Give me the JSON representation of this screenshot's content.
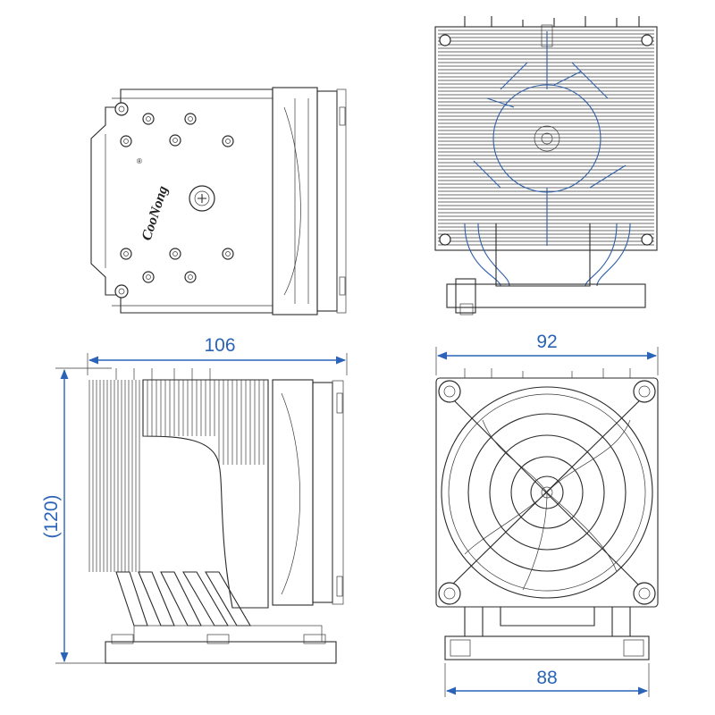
{
  "brand": {
    "logo_text": "CooNong",
    "registered_mark": "®"
  },
  "dimensions": {
    "side_width": "106",
    "front_width": "92",
    "base_width": "88",
    "height": "(120)"
  },
  "colors": {
    "dimension": "#2a63b8",
    "outline": "#2a2a2a",
    "accent_line": "#2f5fa8"
  },
  "icons": [
    "fan-icon",
    "screw-icon",
    "heatpipe-icon"
  ]
}
